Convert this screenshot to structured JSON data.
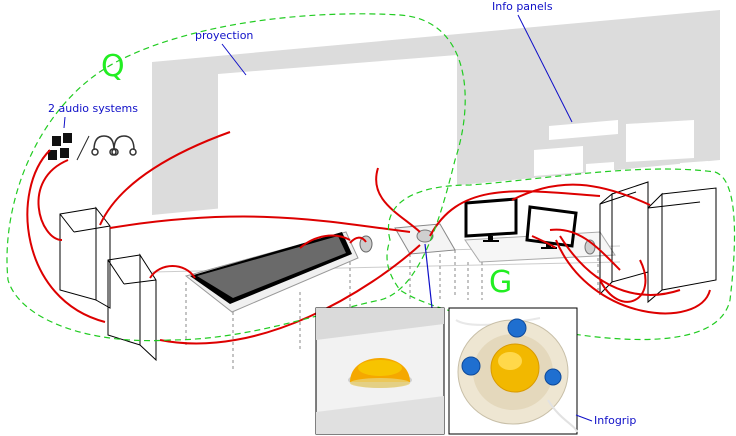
{
  "labels": {
    "projection": "proyection",
    "audio": "2 audio systems",
    "info_panels": "Info panels",
    "infogrip": "Infogrip",
    "zone_q": "Q",
    "zone_g": "G"
  },
  "colors": {
    "wall": "#dcdcdc",
    "cable": "#dd0000",
    "zone": "#22cc22",
    "pointer": "#1010c8",
    "screen": "#6a6a6a",
    "trackball": "#f5c400"
  }
}
